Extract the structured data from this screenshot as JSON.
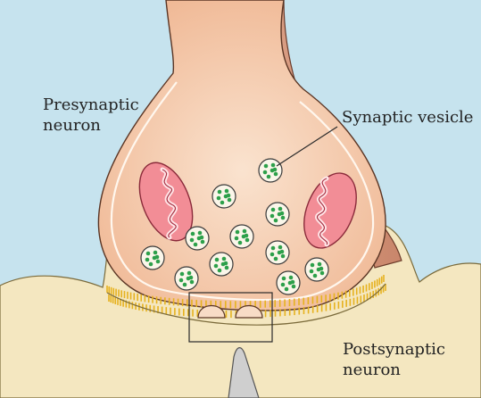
{
  "diagram": {
    "labels": {
      "presynaptic": "Presynaptic\nneuron",
      "vesicle": "Synaptic vesicle",
      "postsynaptic": "Postsynaptic\nneuron"
    },
    "colors": {
      "background": "#c6e3ee",
      "terminal": "#f3c2a0",
      "terminal_inner": "#f8dcc6",
      "axon": "#d89a80",
      "postsynaptic": "#f4e7c0",
      "membrane_receptors": "#e6b21f",
      "mitochondrion": "#e4697a",
      "vesicle_fill": "#fbf6ea",
      "vesicle_dots": "#2da04a"
    }
  }
}
